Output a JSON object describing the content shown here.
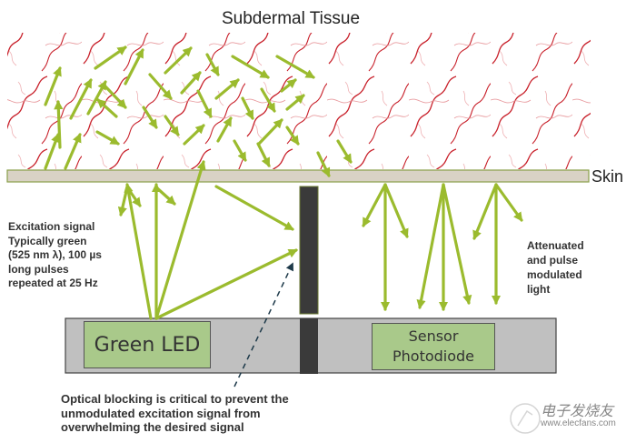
{
  "diagram": {
    "title": "Subdermal Tissue",
    "skin_label": "Skin",
    "led_label": "Green LED",
    "photodiode_label_line1": "Sensor",
    "photodiode_label_line2": "Photodiode",
    "left_note": [
      "Excitation signal",
      "Typically green",
      "(525 nm λ), 100 µs",
      "long pulses",
      "repeated at 25 Hz"
    ],
    "right_note": [
      "Attenuated",
      "and pulse",
      "modulated",
      "light"
    ],
    "bottom_note": [
      "Optical blocking is critical to prevent the",
      "unmodulated excitation signal from",
      "overwhelming the desired signal"
    ],
    "watermark_text": "电子发烧友",
    "watermark_url": "www.elecfans.com"
  },
  "colors": {
    "arrow": "#9bbb2e",
    "vessel": "#c8202a",
    "skin": "#d9d2c5",
    "skin_border": "#8aa04a",
    "housing": "#c0c0c0",
    "led_fill": "#a9c98a",
    "blocker": "#3a3a3a",
    "dashed": "#1e3a4a"
  }
}
